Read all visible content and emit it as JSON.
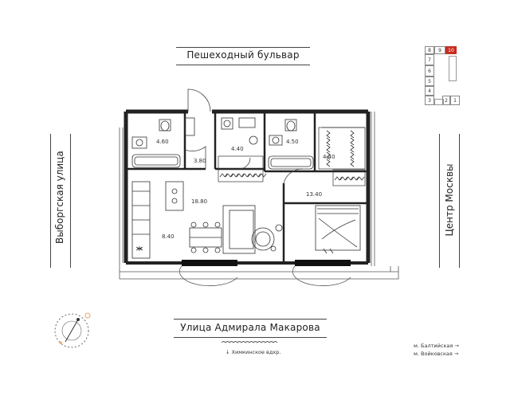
{
  "streets": {
    "top": "Пешеходный бульвар",
    "bottom": "Улица Адмирала Макарова",
    "left": "Выборгская улица",
    "right": "Центр Москвы"
  },
  "rooms": {
    "bath_left": "4.60",
    "bath_mid": "4.40",
    "bath_right": "4.50",
    "wardrobe_right": "4.40",
    "hall": "3.80",
    "living": "18.80",
    "kitchen": "8.40",
    "bedroom": "13.40"
  },
  "metro": {
    "line1": "м. Балтийская →",
    "line2": "м. Войковская →"
  },
  "river": "↓  Химкинское вдхр.",
  "building": {
    "cells": [
      "8",
      "9",
      "10",
      "7",
      "6",
      "5",
      "4",
      "3",
      "2",
      "1"
    ],
    "highlight": "10",
    "highlight_color": "#c62d1f"
  },
  "compass": {
    "accent": "#e9a46b"
  }
}
